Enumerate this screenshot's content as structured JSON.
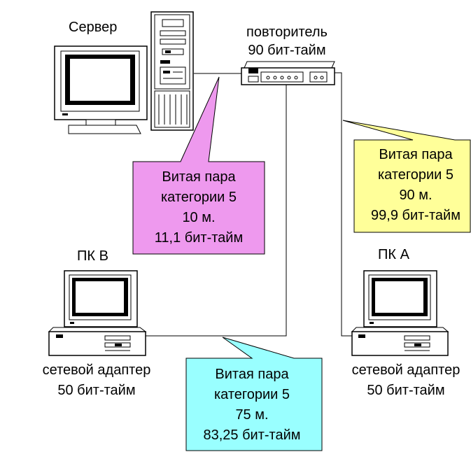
{
  "server": {
    "label": "Сервер"
  },
  "repeater": {
    "label_line1": "повторитель",
    "label_line2": "90 бит-тайм"
  },
  "pc_b": {
    "label": "ПК В",
    "adapter_line1": "сетевой адаптер",
    "adapter_line2": "50 бит-тайм"
  },
  "pc_a": {
    "label": "ПК А",
    "adapter_line1": "сетевой адаптер",
    "adapter_line2": "50 бит-тайм"
  },
  "callouts": {
    "server_link": {
      "color": "#ee99ee",
      "lines": [
        "Витая пара",
        "категории 5",
        "10 м.",
        "11,1 бит-тайм"
      ]
    },
    "pc_a_link": {
      "color": "#ffff99",
      "lines": [
        "Витая пара",
        "категории 5",
        "90 м.",
        "99,9 бит-тайм"
      ]
    },
    "pc_b_link": {
      "color": "#99ffff",
      "lines": [
        "Витая пара",
        "категории 5",
        "75 м.",
        "83,25 бит-тайм"
      ]
    }
  }
}
